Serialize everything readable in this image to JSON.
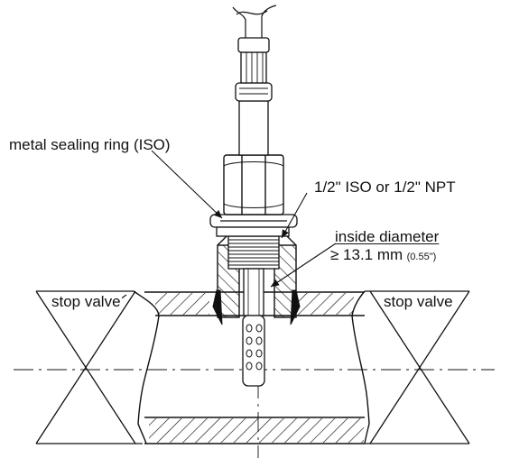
{
  "labels": {
    "sealing_ring": "metal sealing ring (ISO)",
    "thread": "1/2\" ISO or 1/2\" NPT",
    "inside_diameter": "inside diameter",
    "diameter_value": "≥ 13.1 mm",
    "diameter_inches": "(0.55\")",
    "stop_valve_left": "stop valve",
    "stop_valve_right": "stop valve"
  }
}
